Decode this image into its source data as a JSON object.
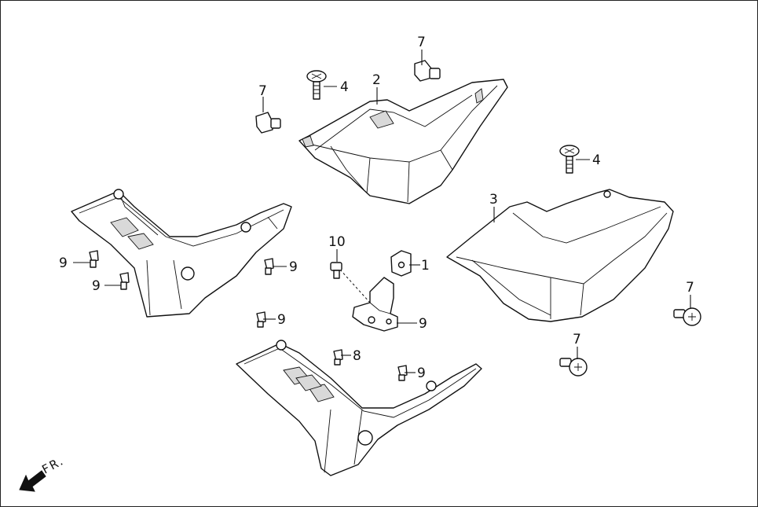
{
  "diagram": {
    "direction_label": "FR.",
    "callouts": [
      {
        "id": "c1",
        "text": "1"
      },
      {
        "id": "c2",
        "text": "2"
      },
      {
        "id": "c3",
        "text": "3"
      },
      {
        "id": "c4a",
        "text": "4"
      },
      {
        "id": "c4b",
        "text": "4"
      },
      {
        "id": "c7a",
        "text": "7"
      },
      {
        "id": "c7b",
        "text": "7"
      },
      {
        "id": "c7c",
        "text": "7"
      },
      {
        "id": "c7d",
        "text": "7"
      },
      {
        "id": "c8",
        "text": "8"
      },
      {
        "id": "c9a",
        "text": "9"
      },
      {
        "id": "c9b",
        "text": "9"
      },
      {
        "id": "c9c",
        "text": "9"
      },
      {
        "id": "c9d",
        "text": "9"
      },
      {
        "id": "c9e",
        "text": "9"
      },
      {
        "id": "c9f",
        "text": "9"
      },
      {
        "id": "c10",
        "text": "10"
      }
    ]
  }
}
